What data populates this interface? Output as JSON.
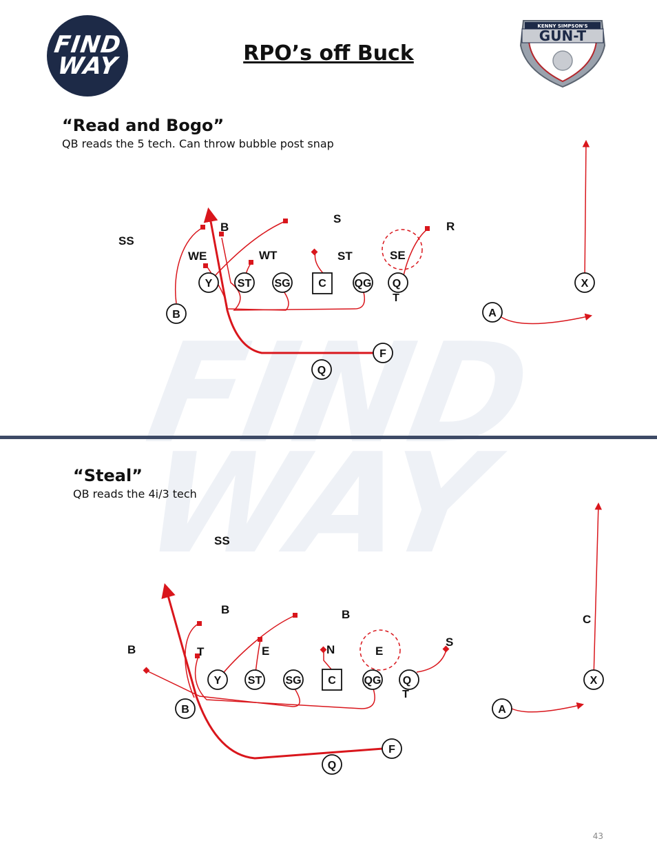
{
  "header": {
    "title": "RPO’s off Buck",
    "logo_left": {
      "lines": [
        "FIND",
        "WAY"
      ],
      "color": "#1d2a47"
    },
    "logo_right": {
      "top_text": "KENNY SIMPSON'S",
      "main_text": "GUN-T"
    }
  },
  "watermark": {
    "lines": [
      "FIND",
      "WAY"
    ],
    "color": "#eef1f6"
  },
  "plays": [
    {
      "title": "“Read and Bogo”",
      "description": "QB reads the 5 tech. Can throw bubble post snap",
      "defense": [
        "SS",
        "B",
        "S",
        "R",
        "WE",
        "WT",
        "ST",
        "SE"
      ],
      "offense": [
        "Y",
        "ST",
        "SG",
        "C",
        "QG",
        "Q",
        "T",
        "X",
        "B",
        "A",
        "F",
        "Q"
      ]
    },
    {
      "title": "“Steal”",
      "description": "QB reads the 4i/3 tech",
      "defense": [
        "SS",
        "B",
        "B",
        "C",
        "B",
        "T",
        "E",
        "N",
        "E",
        "S"
      ],
      "offense": [
        "Y",
        "ST",
        "SG",
        "C",
        "QG",
        "Q",
        "T",
        "X",
        "B",
        "A",
        "F",
        "Q"
      ]
    }
  ],
  "colors": {
    "route": "#d9161c",
    "divider": "#3d4a66",
    "text": "#111111"
  },
  "page_number": "43"
}
